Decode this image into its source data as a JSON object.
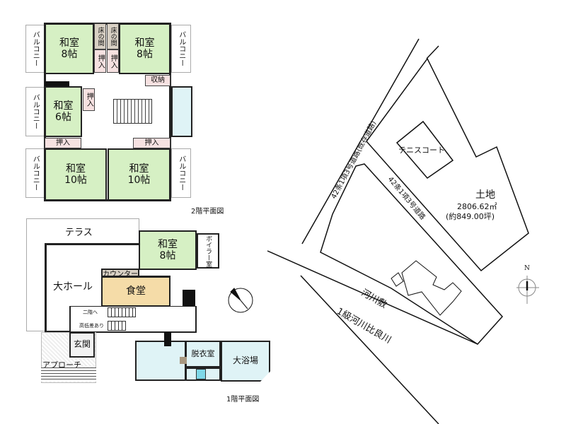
{
  "floor2": {
    "title": "2階平面図",
    "balcony": "バルコニー",
    "rooms": [
      {
        "name": "和室",
        "size": "8帖"
      },
      {
        "name": "和室",
        "size": "8帖"
      },
      {
        "name": "和室",
        "size": "6帖"
      },
      {
        "name": "和室",
        "size": "10帖"
      },
      {
        "name": "和室",
        "size": "10帖"
      }
    ],
    "tokonoma": "床の間",
    "oshiire": "押入",
    "storage": "収納"
  },
  "floor1": {
    "title": "1階平面図",
    "terrace": "テラス",
    "hall": "大ホール",
    "washitsu": {
      "name": "和室",
      "size": "8帖"
    },
    "boiler": "ボイラー室",
    "counter": "カウンター",
    "dining": "食堂",
    "to_2f": "二階へ",
    "step": "高低差あり",
    "entrance": "玄関",
    "approach": "アプローチ",
    "dressing": "脱衣室",
    "bath": "大浴場"
  },
  "site": {
    "road1": "42条1項3号道路(既存道路)",
    "road2": "42条1項3号道路",
    "tennis": "テニスコート",
    "land": "土地",
    "area_m2": "2806.62㎡",
    "area_tsubo": "(約849.00坪)",
    "riverbed": "河川敷",
    "river": "1級河川比良川",
    "north": "N"
  }
}
